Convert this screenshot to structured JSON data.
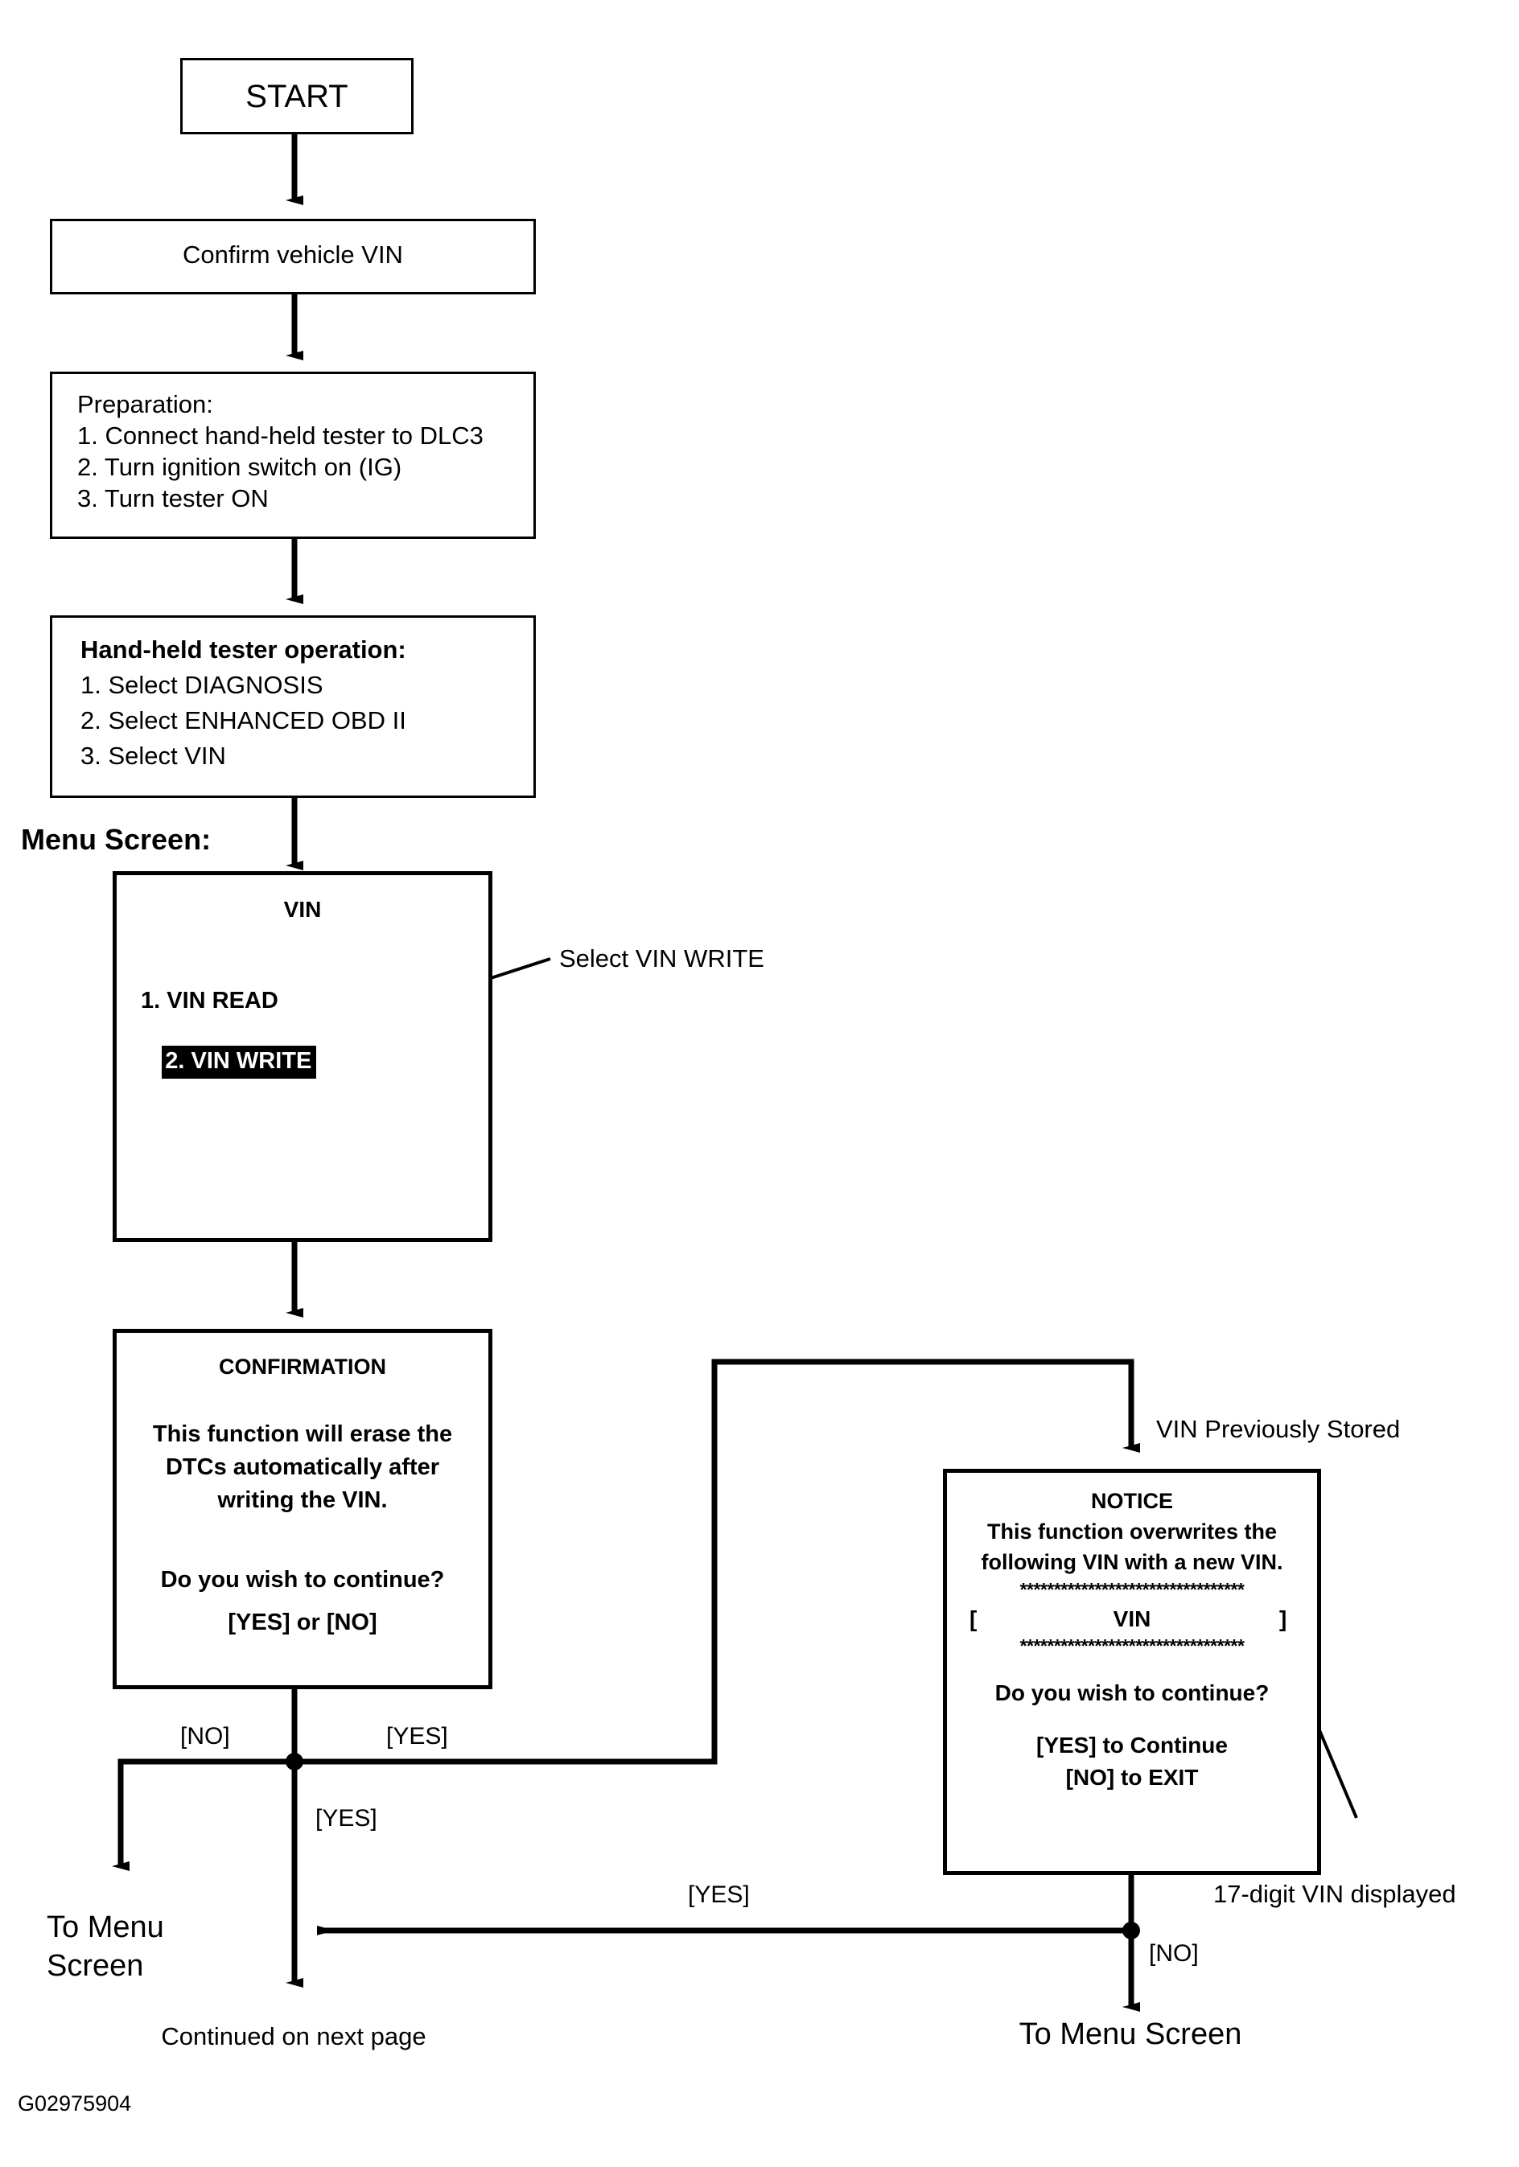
{
  "diagram": {
    "figure_code": "G02975904",
    "nodes": {
      "start": {
        "label": "START"
      },
      "confirm_vin": {
        "label": "Confirm vehicle VIN"
      },
      "preparation": {
        "heading": "Preparation:",
        "steps": [
          "1. Connect hand-held tester to DLC3",
          "2. Turn ignition switch on (IG)",
          "3. Turn tester ON"
        ]
      },
      "tester_operation": {
        "heading": "Hand-held tester operation:",
        "steps": [
          "1. Select DIAGNOSIS",
          "2. Select ENHANCED OBD II",
          "3. Select VIN"
        ]
      },
      "menu_screen_label": "Menu Screen:",
      "vin_menu": {
        "title": "VIN",
        "items": [
          {
            "label": "1. VIN READ",
            "selected": false
          },
          {
            "label": "2. VIN WRITE",
            "selected": true
          }
        ]
      },
      "confirmation": {
        "title": "CONFIRMATION",
        "body": [
          "This function will erase the",
          "DTCs automatically after",
          "writing the VIN."
        ],
        "question": "Do you wish to continue?",
        "options": "[YES] or [NO]"
      },
      "notice": {
        "title": "NOTICE",
        "body": [
          "This function overwrites the",
          "following VIN with a new VIN."
        ],
        "separator_top": "*********************************",
        "vin_line_left": "[",
        "vin_line_center": "VIN",
        "vin_line_right": "]",
        "separator_bottom": "*********************************",
        "question": "Do you wish to continue?",
        "option_yes": "[YES] to Continue",
        "option_no": "[NO] to EXIT"
      }
    },
    "callouts": {
      "select_vin_write": "Select VIN WRITE",
      "vin_previously_stored": "VIN Previously Stored",
      "seventeen_digit_vin": "17-digit VIN displayed"
    },
    "edge_labels": {
      "confirmation_no": "[NO]",
      "confirmation_yes_right": "[YES]",
      "confirmation_yes_down": "[YES]",
      "notice_yes": "[YES]",
      "notice_no": "[NO]"
    },
    "terminals": {
      "to_menu_screen_left_line1": "To Menu",
      "to_menu_screen_left_line2": "Screen",
      "continued_next_page": "Continued on next page",
      "to_menu_screen_right": "To Menu Screen"
    },
    "colors": {
      "ink": "#000000",
      "paper": "#ffffff",
      "highlight_bg": "#000000",
      "highlight_fg": "#ffffff"
    }
  }
}
